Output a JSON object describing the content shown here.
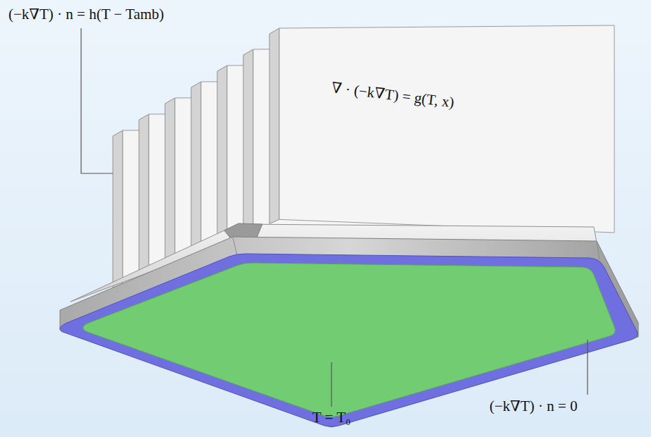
{
  "diagram": {
    "labels": [
      "(−k∇T) · n = h(T − Tamb)",
      "∇ · (−k∇T) = g(T, x)",
      "T = T₀",
      "(−k∇T) · n = 0"
    ]
  }
}
